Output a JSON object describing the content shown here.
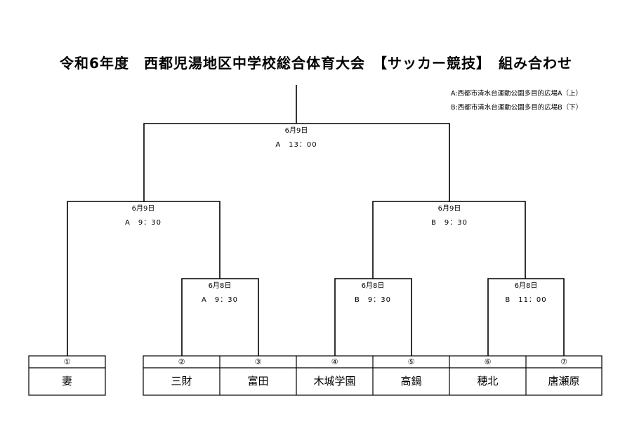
{
  "title": "令和6年度　西都児湯地区中学校総合体育大会　【サッカー競技】　組み合わせ",
  "venues": [
    "A:西都市清水台運動公園多目的広場A（上）",
    "B:西都市清水台運動公園多目的広場B（下）"
  ],
  "matches": [
    {
      "id": "final",
      "date": "6月9日",
      "time": "A　13：00"
    },
    {
      "id": "semi-left",
      "date": "6月9日",
      "time": "A　9：30"
    },
    {
      "id": "semi-right",
      "date": "6月9日",
      "time": "B　9：30"
    },
    {
      "id": "r1-2v3",
      "date": "6月8日",
      "time": "A　9：30"
    },
    {
      "id": "r1-4v5",
      "date": "6月8日",
      "time": "B　9：30"
    },
    {
      "id": "r1-6v7",
      "date": "6月8日",
      "time": "B　11：00"
    }
  ],
  "teams": [
    {
      "num": "①",
      "name": "妻"
    },
    {
      "num": "②",
      "name": "三財"
    },
    {
      "num": "③",
      "name": "富田"
    },
    {
      "num": "④",
      "name": "木城学園"
    },
    {
      "num": "⑤",
      "name": "高鍋"
    },
    {
      "num": "⑥",
      "name": "穂北"
    },
    {
      "num": "⑦",
      "name": "唐瀬原"
    }
  ]
}
